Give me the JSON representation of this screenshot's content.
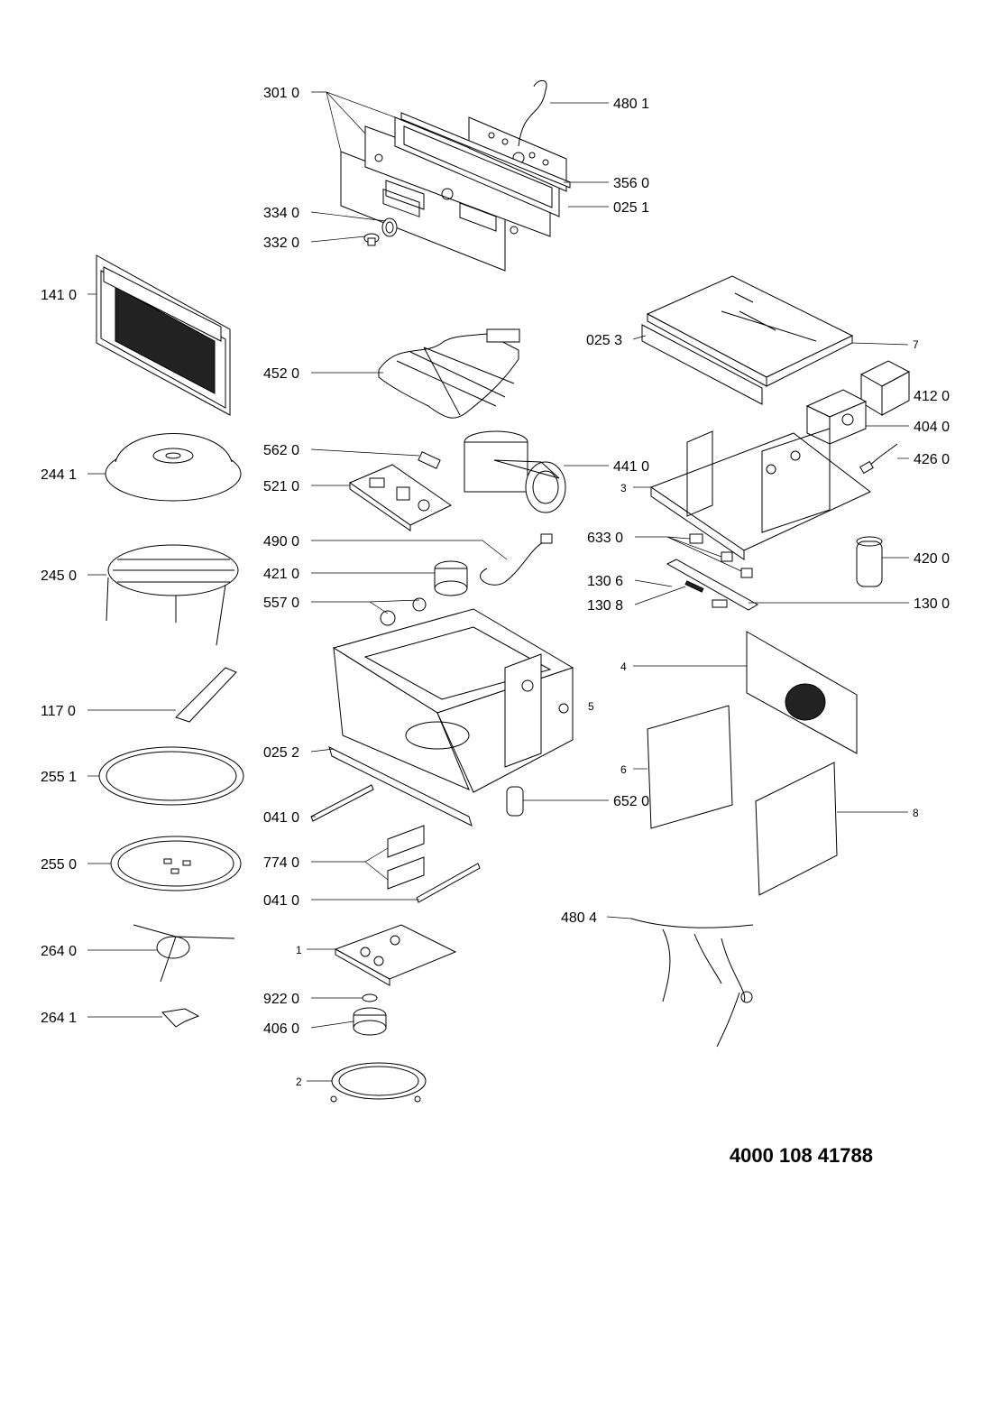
{
  "document_number": "4000 108 41788",
  "labels": {
    "p3010": "301 0",
    "p4801": "480 1",
    "p3560": "356 0",
    "p0251": "025 1",
    "p3340": "334 0",
    "p3320": "332 0",
    "p1410": "141 0",
    "p0253": "025 3",
    "p7": "7",
    "p4520": "452 0",
    "p4120": "412 0",
    "p4040": "404 0",
    "p5620": "562 0",
    "p4410": "441 0",
    "p4260": "426 0",
    "p2441": "244 1",
    "p5210": "521 0",
    "p3": "3",
    "p4900": "490 0",
    "p6330": "633 0",
    "p2450": "245 0",
    "p4210": "421 0",
    "p4200": "420 0",
    "p1306": "130 6",
    "p5570": "557 0",
    "p1308": "130 8",
    "p1300": "130 0",
    "p4": "4",
    "p1170": "117 0",
    "p5": "5",
    "p0252": "025 2",
    "p2551": "255 1",
    "p6": "6",
    "p6520": "652 0",
    "p0410a": "041 0",
    "p8": "8",
    "p2550": "255 0",
    "p7740": "774 0",
    "p0410b": "041 0",
    "p4804": "480 4",
    "p2640": "264 0",
    "p1": "1",
    "p9220": "922 0",
    "p2641": "264 1",
    "p4060": "406 0",
    "p2": "2"
  }
}
